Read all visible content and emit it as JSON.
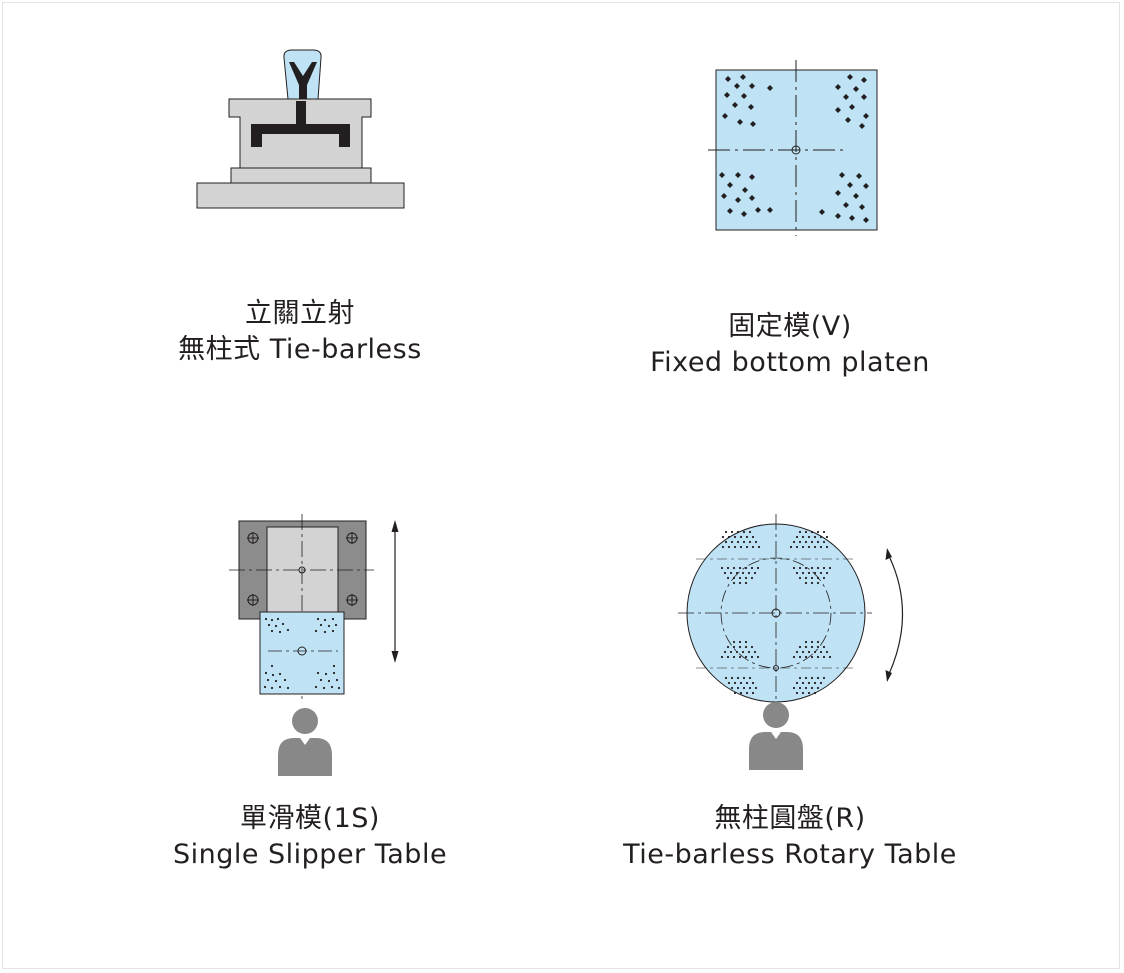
{
  "captions": [
    {
      "zh": "立關立射",
      "en": "無柱式 Tie-barless"
    },
    {
      "zh": "固定模(V)",
      "en": "Fixed bottom platen"
    },
    {
      "zh": "單滑模(1S)",
      "en": "Single Slipper Table"
    },
    {
      "zh": "無柱圓盤(R)",
      "en": "Tie-barless Rotary Table"
    }
  ],
  "colors": {
    "platen_blue": "#bfe3f5",
    "machine_gray": "#d3d3d3",
    "dark_gray": "#8c8c8c",
    "person_gray": "#888888",
    "line": "#231f20"
  }
}
